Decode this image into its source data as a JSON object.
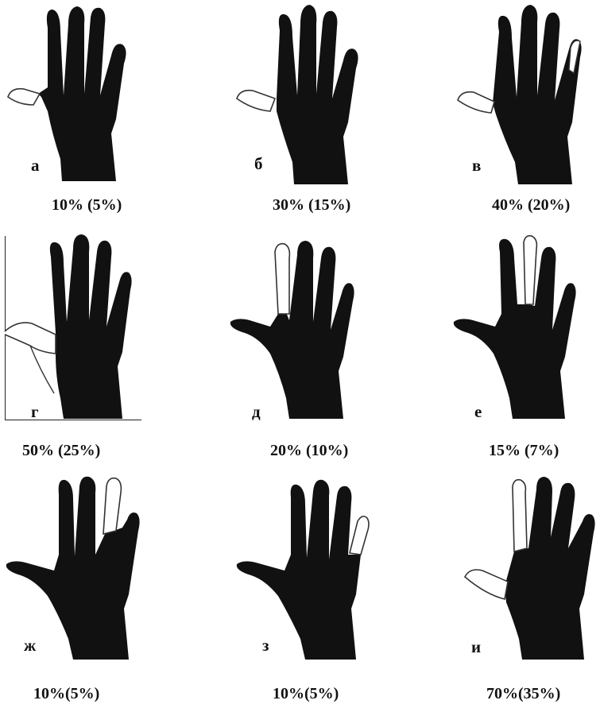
{
  "panels": [
    {
      "letter": "а",
      "caption": "10% (5%)"
    },
    {
      "letter": "б",
      "caption": "30% (15%)"
    },
    {
      "letter": "в",
      "caption": "40% (20%)"
    },
    {
      "letter": "г",
      "caption": "50% (25%)"
    },
    {
      "letter": "д",
      "caption": "20% (10%)"
    },
    {
      "letter": "е",
      "caption": "15% (7%)"
    },
    {
      "letter": "ж",
      "caption": "10%(5%)"
    },
    {
      "letter": "з",
      "caption": "10%(5%)"
    },
    {
      "letter": "и",
      "caption": "70%(35%)"
    }
  ],
  "colors": {
    "shaded": "#111111",
    "unshaded": "#ffffff",
    "outline": "#333333"
  }
}
